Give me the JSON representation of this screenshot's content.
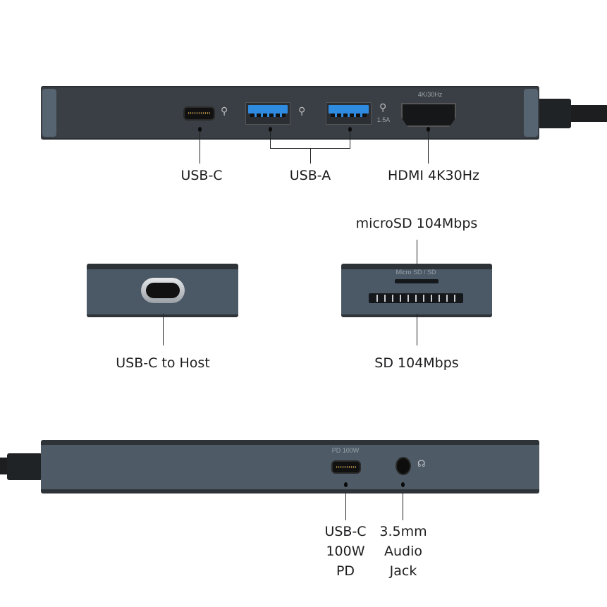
{
  "top_device": {
    "hdmi_marking": "4K/30Hz",
    "usb_a_marking": "1.5A",
    "labels": {
      "usb_c": "USB-C",
      "usb_a": "USB-A",
      "hdmi": "HDMI 4K30Hz"
    }
  },
  "host_side": {
    "label": "USB-C to Host"
  },
  "card_side": {
    "marking": "Micro SD / SD",
    "microsd_label": "microSD 104Mbps",
    "sd_label": "SD 104Mbps"
  },
  "bottom_device": {
    "pd_marking": "PD 100W",
    "usb_c_pd_label": [
      "USB-C",
      "100W",
      "PD"
    ],
    "audio_label": [
      "3.5mm",
      "Audio",
      "Jack"
    ]
  },
  "colors": {
    "dark_body": "#3a3f45",
    "slate_body": "#4e5a66",
    "usb3_blue": "#2f8be0"
  }
}
